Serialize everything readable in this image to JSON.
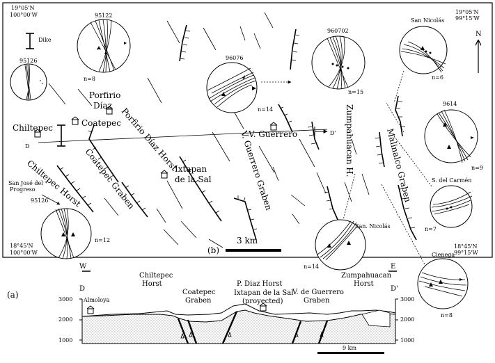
{
  "map": {
    "coords": {
      "nw_lat": "19°05'N",
      "nw_lon": "100°00'W",
      "ne_lat": "19°05'N",
      "ne_lon": "99°15'W",
      "sw_lat": "18°45'N",
      "sw_lon": "100°00'W",
      "se_lat": "18°45'N",
      "se_lon": "99°15'W"
    },
    "dike_label": "Dike",
    "north_label": "N",
    "panel_label": "(b)",
    "scale_label": "3 km",
    "section_start": "D",
    "section_end": "D'",
    "towns": {
      "chiltepec": "Chiltepec",
      "coatepec": "Coatepec",
      "porfirio_diaz_1": "Porfirio",
      "porfirio_diaz_2": "Díaz",
      "ixtapan_1": "Ixtapan",
      "ixtapan_2": "de la Sal",
      "guerrero": "V. Guerrero",
      "san_jose_1": "San José del",
      "san_jose_2": "Progreso"
    },
    "structures": {
      "porfirio_horst": "Porfirio Díaz Horst",
      "coatepec_graben": "Coatepec Graben",
      "chiltepec_horst": "Chiltepec Horst",
      "guerrero_graben": "V. Guerrero Graben",
      "zumpahuacan": "Zumpahuacan H.",
      "malinalco": "Malinalco Graben"
    },
    "stereonets": [
      {
        "id": "95122",
        "n": "n=8"
      },
      {
        "id": "95126",
        "n": ""
      },
      {
        "id": "96076",
        "n": "n=14"
      },
      {
        "id": "960702",
        "n": "n=15"
      },
      {
        "id": "San Nicolás",
        "n": "n=6"
      },
      {
        "id": "9614",
        "n": "n=9"
      },
      {
        "id": "S. del Carmén",
        "n": "n=7"
      },
      {
        "id": "95126",
        "n": "n=12"
      },
      {
        "id": "San. Nicolás",
        "n": "n=14"
      },
      {
        "id": "Cienega",
        "n": "n=8"
      }
    ]
  },
  "section": {
    "panel_label": "(a)",
    "west": "W",
    "east": "E",
    "start": "D",
    "end": "D'",
    "left_ticks": [
      "3000",
      "2000",
      "1000"
    ],
    "right_ticks": [
      "3000",
      "2000",
      "1000"
    ],
    "scale_label": "9 km",
    "labels": {
      "almoloya": "Almoloya",
      "chiltepec_1": "Chiltepec",
      "chiltepec_2": "Horst",
      "coatepec_1": "Coatepec",
      "coatepec_2": "Graben",
      "pdiaz": "P. Diaz Horst",
      "ixtapan_1": "Ixtapan de la Sal",
      "ixtapan_2": "(proyected)",
      "guerrero_1": "V. de Guerrero",
      "guerrero_2": "Graben",
      "zumpa_1": "Zumpahuacan",
      "zumpa_2": "Horst"
    }
  }
}
